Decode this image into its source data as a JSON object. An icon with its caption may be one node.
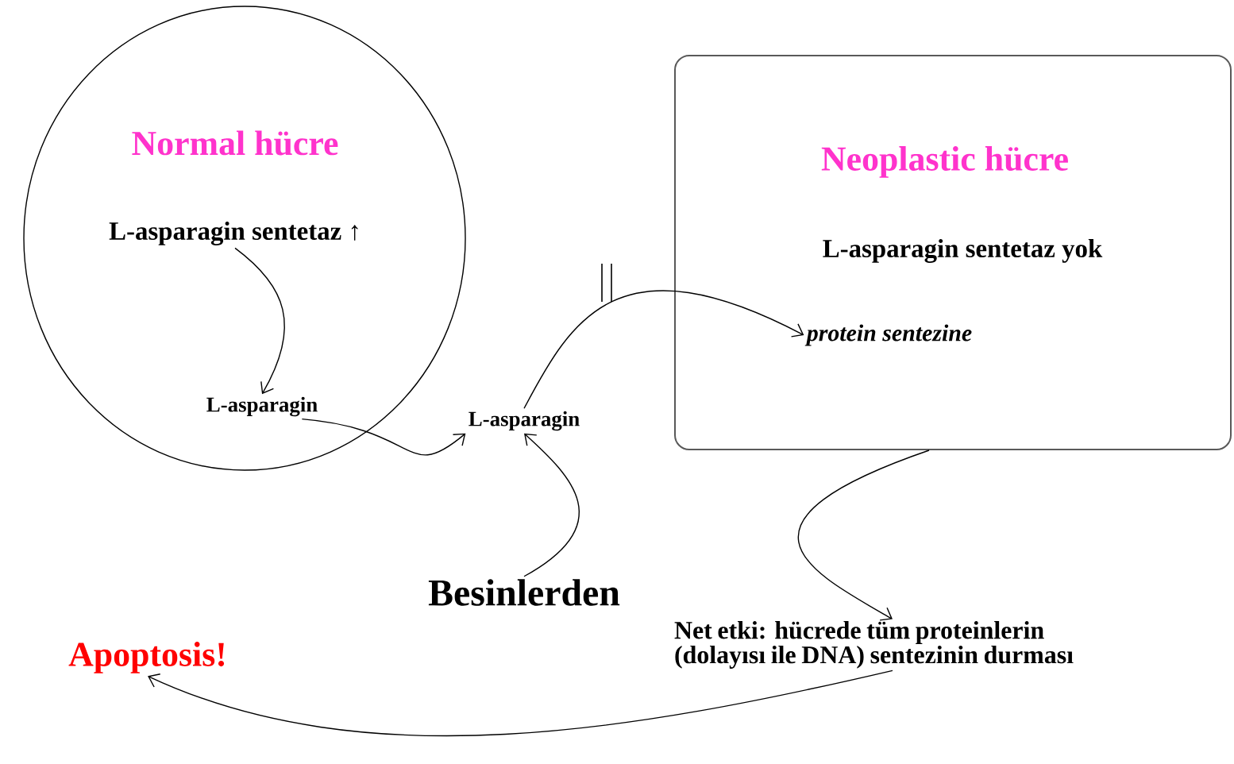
{
  "diagram": {
    "nodes": [
      {
        "text": [
          "Normal hücre"
        ]
      },
      {
        "text": [
          "L-asparagin sentetaz ↑"
        ],
        "in": 0
      },
      {
        "text": [
          "L-asparagin"
        ],
        "in": 0
      },
      {
        "text": [
          "L-asparagin"
        ]
      },
      {
        "text": [
          "Neoplastic hücre"
        ]
      },
      {
        "text": [
          "L-asparagin sentetaz yok"
        ],
        "in": 4
      },
      {
        "text": [
          "protein sentezine"
        ],
        "in": 4
      },
      {
        "text": [
          "Besinlerden"
        ]
      },
      {
        "text": [
          "Net etki: hücrede tüm proteinlerin (dolayısı ile DNA) sentezinin durması"
        ]
      },
      {
        "text": [
          "Apoptosis!"
        ]
      }
    ],
    "edges": [
      {
        "from": 1,
        "to": 2,
        "arrow": "to"
      },
      {
        "from": 2,
        "to": 3,
        "arrow": "to"
      },
      {
        "from": 7,
        "to": 3,
        "arrow": "to"
      },
      {
        "from": 3,
        "to": 6,
        "arrow": "to"
      },
      {
        "from": 4,
        "to": 8,
        "arrow": "to"
      },
      {
        "from": 8,
        "to": 9,
        "arrow": "to"
      }
    ]
  }
}
